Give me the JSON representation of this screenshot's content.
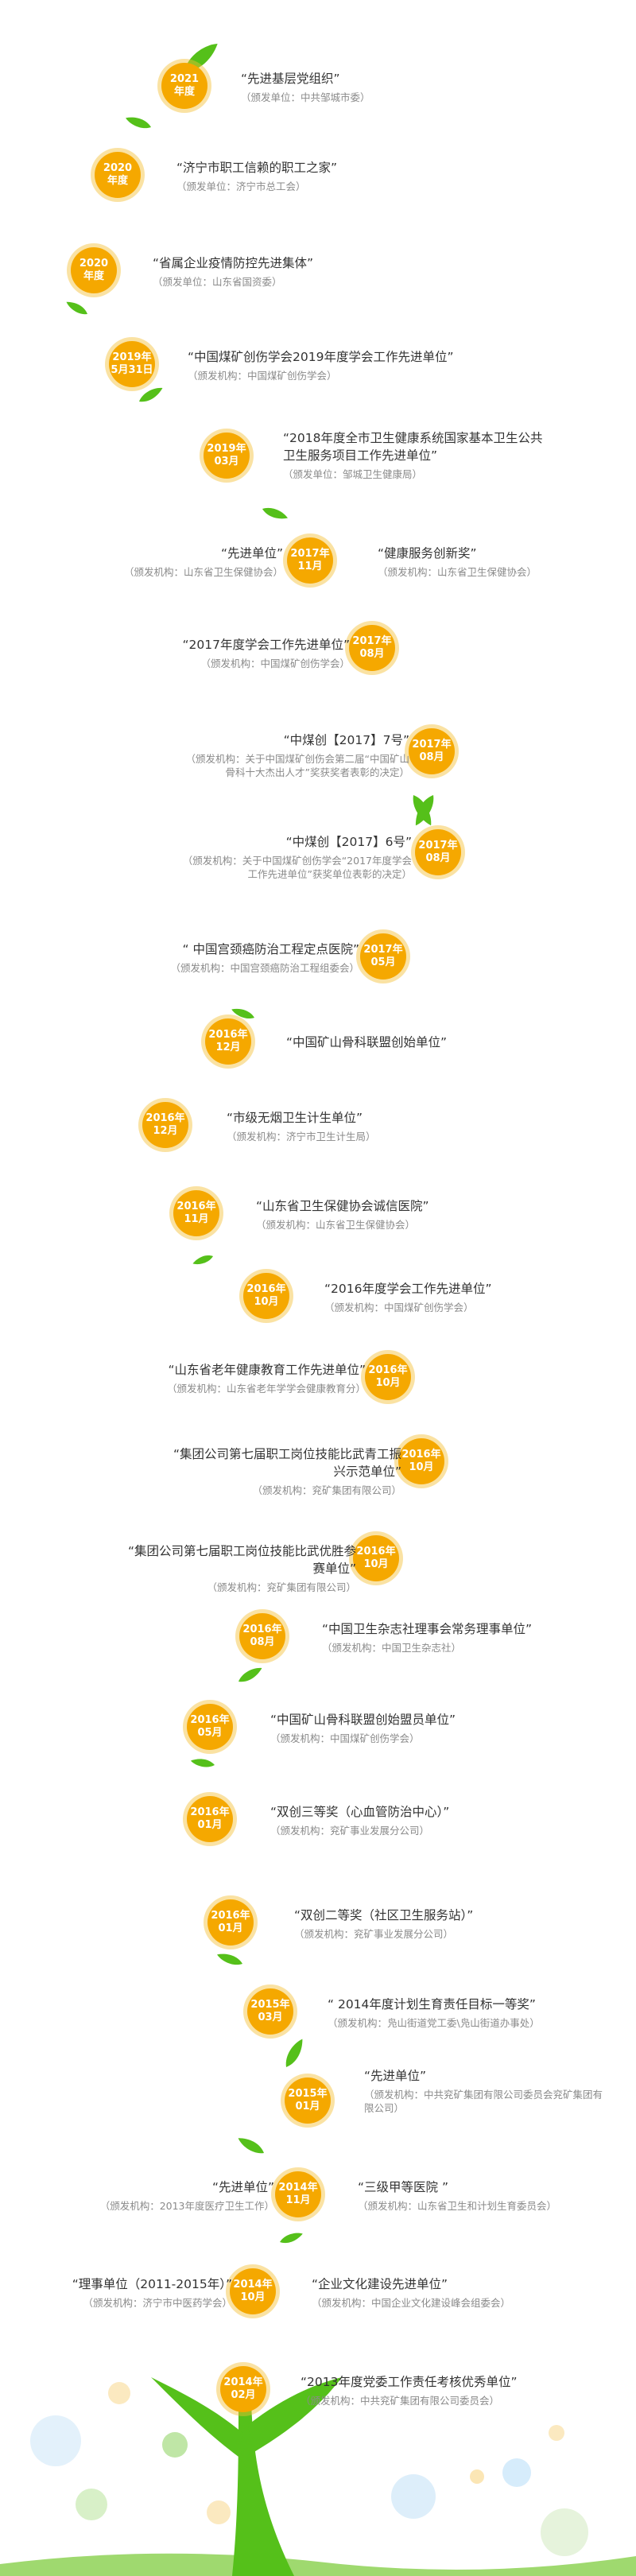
{
  "milestones": [
    {
      "date": [
        "2021",
        "年度"
      ],
      "entries": [
        {
          "side": "right",
          "award": "“先进基层党组织”",
          "issuer": "（颁发单位：中共邹城市委）"
        }
      ]
    },
    {
      "date": [
        "2020",
        "年度"
      ],
      "entries": [
        {
          "side": "right",
          "award": "“济宁市职工信赖的职工之家”",
          "issuer": "（颁发单位：济宁市总工会）"
        }
      ]
    },
    {
      "date": [
        "2020",
        "年度"
      ],
      "entries": [
        {
          "side": "right",
          "award": "“省属企业疫情防控先进集体”",
          "issuer": "（颁发单位：山东省国资委）"
        }
      ]
    },
    {
      "date": [
        "2019年",
        "5月31日"
      ],
      "entries": [
        {
          "side": "right",
          "award": "“中国煤矿创伤学会2019年度学会工作先进单位”",
          "issuer": "（颁发机构：中国煤矿创伤学会）"
        }
      ]
    },
    {
      "date": [
        "2019年",
        "03月"
      ],
      "entries": [
        {
          "side": "right",
          "award": "“2018年度全市卫生健康系统国家基本卫生公共卫生服务项目工作先进单位”",
          "issuer": "（颁发单位：邹城卫生健康局）"
        }
      ]
    },
    {
      "date": [
        "2017年",
        "11月"
      ],
      "entries": [
        {
          "side": "left",
          "award": "“先进单位”",
          "issuer": "（颁发机构：山东省卫生保健协会）"
        },
        {
          "side": "right",
          "award": "“健康服务创新奖”",
          "issuer": "（颁发机构：山东省卫生保健协会）"
        }
      ]
    },
    {
      "date": [
        "2017年",
        "08月"
      ],
      "entries": [
        {
          "side": "left",
          "award": "“2017年度学会工作先进单位”",
          "issuer": "（颁发机构：中国煤矿创伤学会）"
        }
      ]
    },
    {
      "date": [
        "2017年",
        "08月"
      ],
      "entries": [
        {
          "side": "left",
          "award": "“中煤创【2017】7号”",
          "issuer": "（颁发机构：关于中国煤矿创伤会第二届“中国矿山骨科十大杰出人才”奖获奖者表彰的决定）"
        }
      ]
    },
    {
      "date": [
        "2017年",
        "08月"
      ],
      "entries": [
        {
          "side": "left",
          "award": "“中煤创【2017】6号”",
          "issuer": "（颁发机构：关于中国煤矿创伤学会“2017年度学会工作先进单位”获奖单位表彰的决定）"
        }
      ]
    },
    {
      "date": [
        "2017年",
        "05月"
      ],
      "entries": [
        {
          "side": "left",
          "award": "“ 中国宫颈癌防治工程定点医院”",
          "issuer": "（颁发机构：中国宫颈癌防治工程组委会）"
        }
      ]
    },
    {
      "date": [
        "2016年",
        "12月"
      ],
      "entries": [
        {
          "side": "right",
          "award": "“中国矿山骨科联盟创始单位”",
          "issuer": ""
        }
      ]
    },
    {
      "date": [
        "2016年",
        "12月"
      ],
      "entries": [
        {
          "side": "right",
          "award": "“市级无烟卫生计生单位”",
          "issuer": "（颁发机构：济宁市卫生计生局）"
        }
      ]
    },
    {
      "date": [
        "2016年",
        "11月"
      ],
      "entries": [
        {
          "side": "right",
          "award": "“山东省卫生保健协会诚信医院”",
          "issuer": "（颁发机构：山东省卫生保健协会）"
        }
      ]
    },
    {
      "date": [
        "2016年",
        "10月"
      ],
      "entries": [
        {
          "side": "right",
          "award": "“2016年度学会工作先进单位”",
          "issuer": "（颁发机构：中国煤矿创伤学会）"
        }
      ]
    },
    {
      "date": [
        "2016年",
        "10月"
      ],
      "entries": [
        {
          "side": "left",
          "award": "“山东省老年健康教育工作先进单位”",
          "issuer": "（颁发机构：山东省老年学学会健康教育分）"
        }
      ]
    },
    {
      "date": [
        "2016年",
        "10月"
      ],
      "entries": [
        {
          "side": "left",
          "award": "“集团公司第七届职工岗位技能比武青工振兴示范单位”",
          "issuer": "（颁发机构：兖矿集团有限公司）"
        }
      ]
    },
    {
      "date": [
        "2016年",
        "10月"
      ],
      "entries": [
        {
          "side": "left",
          "award": "“集团公司第七届职工岗位技能比武优胜参赛单位”",
          "issuer": "（颁发机构：兖矿集团有限公司）"
        }
      ]
    },
    {
      "date": [
        "2016年",
        "08月"
      ],
      "entries": [
        {
          "side": "right",
          "award": "“中国卫生杂志社理事会常务理事单位”",
          "issuer": "（颁发机构：中国卫生杂志社）"
        }
      ]
    },
    {
      "date": [
        "2016年",
        "05月"
      ],
      "entries": [
        {
          "side": "right",
          "award": "“中国矿山骨科联盟创始盟员单位”",
          "issuer": "（颁发机构：中国煤矿创伤学会）"
        }
      ]
    },
    {
      "date": [
        "2016年",
        "01月"
      ],
      "entries": [
        {
          "side": "right",
          "award": "“双创三等奖（心血管防治中心）”",
          "issuer": "（颁发机构：兖矿事业发展分公司）"
        }
      ]
    },
    {
      "date": [
        "2016年",
        "01月"
      ],
      "entries": [
        {
          "side": "right",
          "award": "“双创二等奖（社区卫生服务站）”",
          "issuer": "（颁发机构：兖矿事业发展分公司）"
        }
      ]
    },
    {
      "date": [
        "2015年",
        "03月"
      ],
      "entries": [
        {
          "side": "right",
          "award": "“ 2014年度计划生育责任目标一等奖”",
          "issuer": "（颁发机构：凫山街道党工委\\凫山街道办事处）"
        }
      ]
    },
    {
      "date": [
        "2015年",
        "01月"
      ],
      "entries": [
        {
          "side": "right",
          "award": "“先进单位”",
          "issuer": "（颁发机构：中共兖矿集团有限公司委员会兖矿集团有限公司）"
        }
      ]
    },
    {
      "date": [
        "2014年",
        "11月"
      ],
      "entries": [
        {
          "side": "left",
          "award": "“先进单位”",
          "issuer": "（颁发机构：2013年度医疗卫生工作）"
        },
        {
          "side": "right",
          "award": "“三级甲等医院 ”",
          "issuer": "（颁发机构：山东省卫生和计划生育委员会）"
        }
      ]
    },
    {
      "date": [
        "2014年",
        "10月"
      ],
      "entries": [
        {
          "side": "left",
          "award": "“理事单位（2011-2015年）”",
          "issuer": "（颁发机构：济宁市中医药学会）"
        },
        {
          "side": "right",
          "award": "“企业文化建设先进单位”",
          "issuer": "（颁发机构：中国企业文化建设峰会组委会）"
        }
      ]
    },
    {
      "date": [
        "2014年",
        "02月"
      ],
      "entries": [
        {
          "side": "right",
          "award": "“2013年度党委工作责任考核优秀单位”",
          "issuer": "（颁发机构：中共兖矿集团有限公司委员会）"
        }
      ]
    }
  ],
  "colors": {
    "stem": "#55c01a",
    "node": "#f5a800",
    "award_text": "#333333",
    "issuer_text": "#8a8a8a"
  }
}
